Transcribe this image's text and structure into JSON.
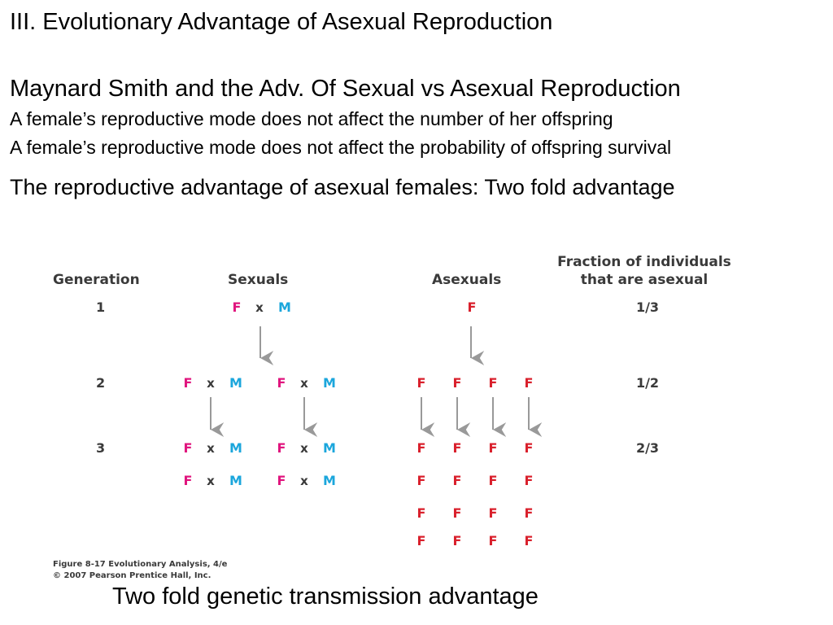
{
  "slide": {
    "title": "III. Evolutionary Advantage of Asexual Reproduction",
    "subtitle": "Maynard Smith and the Adv. Of Sexual vs Asexual Reproduction",
    "assumption_1": "A female’s reproductive mode does not affect the number of her offspring",
    "assumption_2": "A female’s reproductive mode does not affect the probability of offspring survival",
    "advantage": "The reproductive advantage of asexual females: Two fold advantage",
    "bottom_caption": "Two fold genetic transmission advantage"
  },
  "figure": {
    "headers": {
      "generation": "Generation",
      "sexuals": "Sexuals",
      "asexuals": "Asexuals",
      "fraction_line1": "Fraction of individuals",
      "fraction_line2": "that are asexual"
    },
    "symbols": {
      "female": "F",
      "male": "M",
      "cross": "x"
    },
    "generations": [
      {
        "label": "1",
        "sexual_pairs": 1,
        "asexual_females": 1,
        "fraction": "1/3"
      },
      {
        "label": "2",
        "sexual_pairs": 2,
        "asexual_females": 4,
        "fraction": "1/2"
      },
      {
        "label": "3",
        "sexual_pairs": 4,
        "asexual_females": 16,
        "fraction": "2/3"
      }
    ],
    "caption_line1": "Figure 8-17  Evolutionary Analysis, 4/e",
    "caption_line2": "© 2007 Pearson Prentice Hall, Inc.",
    "colors": {
      "female_sexual": "#e0157e",
      "male": "#1ba6dc",
      "female_asexual": "#d9202c",
      "arrow": "#999999",
      "text": "#3a3a3a"
    }
  }
}
